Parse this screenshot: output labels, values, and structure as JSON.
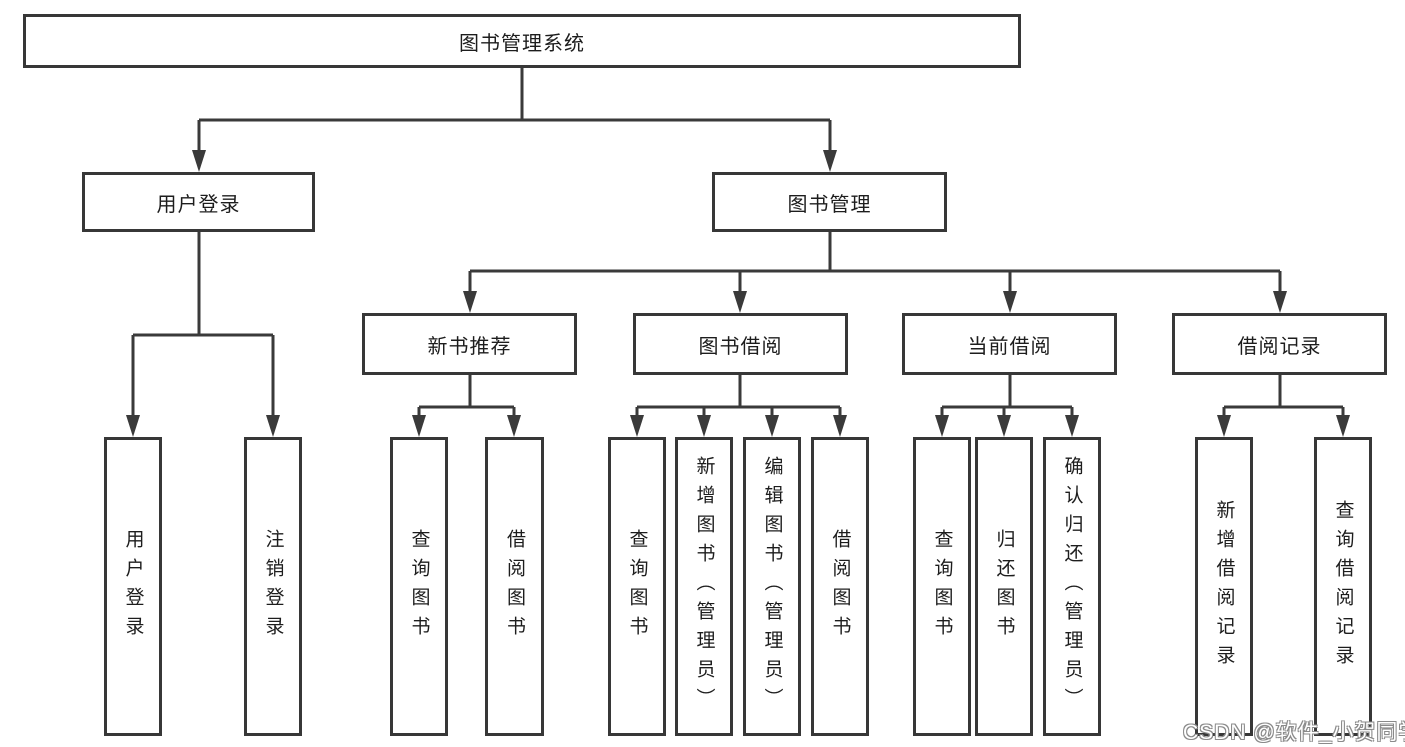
{
  "diagram": {
    "root": "图书管理系统",
    "l2": [
      "用户登录",
      "图书管理"
    ],
    "l3": [
      "新书推荐",
      "图书借阅",
      "当前借阅",
      "借阅记录"
    ],
    "leaves": [
      "用户登录",
      "注销登录",
      "查询图书",
      "借阅图书",
      "查询图书",
      "新增图书（管理员）",
      "编辑图书（管理员）",
      "借阅图书",
      "查询图书",
      "归还图书",
      "确认归还（管理员）",
      "新增借阅记录",
      "查询借阅记录"
    ]
  },
  "watermark": "CSDN @软件_小贺同学",
  "colors": {
    "line": "#3a3a3a",
    "border": "#373737",
    "text": "#1d1d1d",
    "background": "#ffffff",
    "watermark_fill": "#ffffff",
    "watermark_outline": "#8a8a8a"
  }
}
